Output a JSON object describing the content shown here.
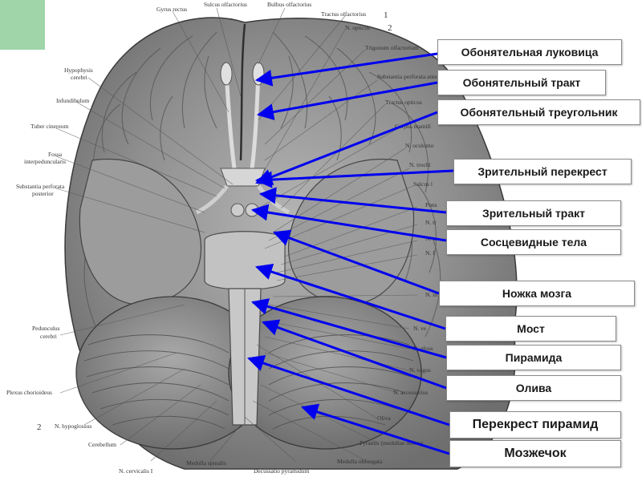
{
  "accent_color": "#0000ee",
  "corner_color": "#9fd5a8",
  "labels": [
    {
      "id": "olfactory-bulb",
      "text": "Обонятельная луковица"
    },
    {
      "id": "olfactory-tract",
      "text": "Обонятельный тракт"
    },
    {
      "id": "olfactory-triangle",
      "text": "Обонятельный треугольник"
    },
    {
      "id": "optic-chiasm",
      "text": "Зрительный перекрест"
    },
    {
      "id": "optic-tract",
      "text": "Зрительный тракт"
    },
    {
      "id": "mammillary-bodies",
      "text": "Сосцевидные тела"
    },
    {
      "id": "cerebral-peduncle",
      "text": "Ножка мозга"
    },
    {
      "id": "pons",
      "text": "Мост"
    },
    {
      "id": "pyramid",
      "text": "Пирамида"
    },
    {
      "id": "olive",
      "text": "Олива"
    },
    {
      "id": "pyramidal-decussation",
      "text": "Перекрест пирамид"
    },
    {
      "id": "cerebellum",
      "text": "Мозжечок"
    }
  ],
  "figure_text": {
    "top": [
      "Gyrus rectus",
      "Sulcus olfactorius",
      "Bulbus olfactorius",
      "Tractus olfactorius",
      "N. opticus"
    ],
    "top_numbers": [
      "1",
      "2"
    ],
    "right": [
      "Trigonum olfactorium",
      "Substantia perforata anterior",
      "Tractus opticus",
      "Corpus mamill",
      "N. oculomo",
      "N. trochl",
      "Sulcus l",
      "Pons",
      "N. tr",
      "N. a",
      "N. f",
      "N. in",
      "N. ve",
      "N. gloss",
      "N. vagus",
      "N. accessorius",
      "Oliva",
      "Pyramis (medullae oblong",
      "Medulla oblongata"
    ],
    "left": [
      "Hypophysis",
      "cerebri",
      "Infundibulum",
      "Tuber cinereum",
      "Fossa",
      "interpeduncularis",
      "Substantia perforata",
      "posterior",
      "Pedunculus",
      "cerebri",
      "Plexus chorioideus",
      "N. hypoglossus",
      "Cerebellum",
      "N. cervicalis I"
    ],
    "left_number": "2",
    "bottom": [
      "Medulla spinalis",
      "Decussatio pyramidum"
    ]
  }
}
